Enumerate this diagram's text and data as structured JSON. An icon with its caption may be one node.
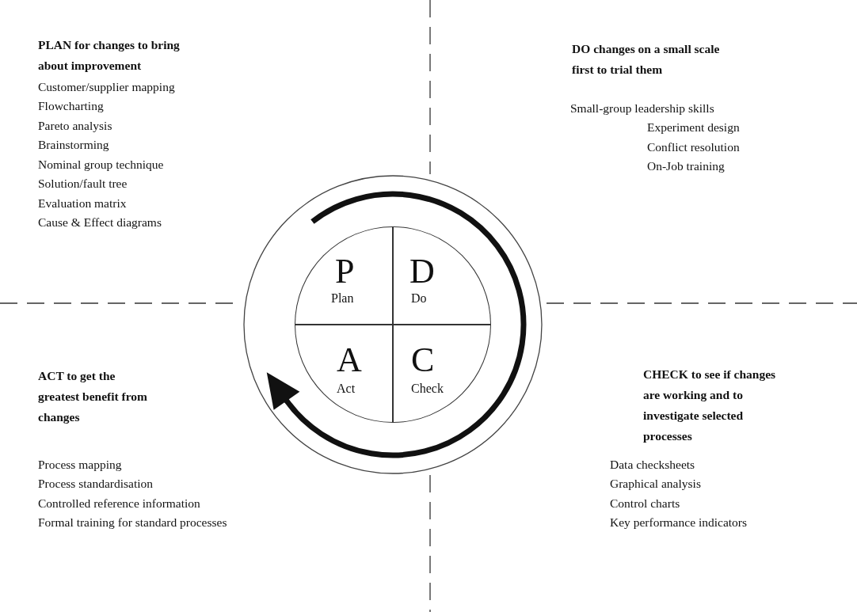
{
  "diagram": {
    "nodes": [
      {
        "text": [
          "P",
          "Plan"
        ]
      },
      {
        "text": [
          "D",
          "Do"
        ]
      },
      {
        "text": [
          "A",
          "Act"
        ]
      },
      {
        "text": [
          "C",
          "Check"
        ]
      }
    ],
    "labels": [
      "PLAN for changes to bring about improvement",
      "Customer/supplier mapping",
      "Flowcharting",
      "Pareto analysis",
      "Brainstorming",
      "Nominal group technique",
      "Solution/fault tree",
      "Evaluation matrix",
      "Cause & Effect diagrams",
      "DO changes on a small scale first to trial them",
      "Small-group leadership skills",
      "Experiment design",
      "Conflict resolution",
      "On-Job training",
      "ACT to get the greatest benefit from changes",
      "CHECK to see if changes are working and to investigate selected processes",
      "Process mapping",
      "Process standardisation",
      "Controlled reference information",
      "Formal training for standard processes",
      "Data checksheets",
      "Graphical analysis",
      "Control charts",
      "Key performance indicators"
    ]
  }
}
